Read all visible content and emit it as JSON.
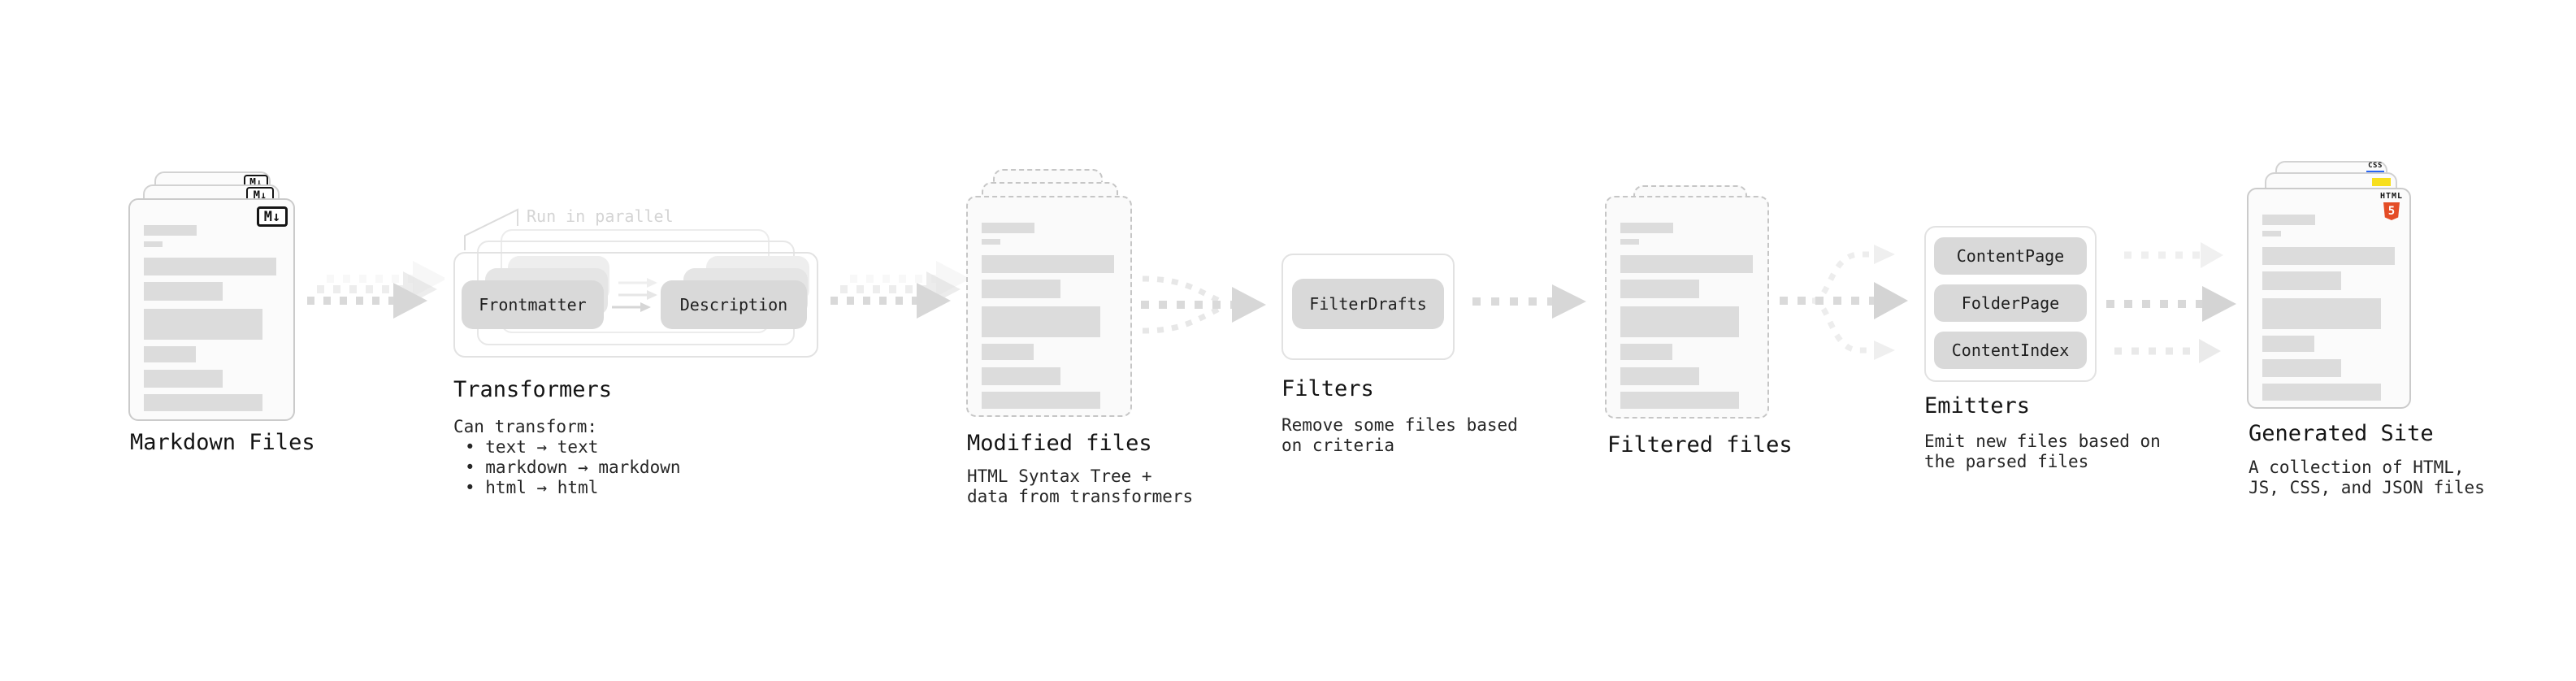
{
  "stages": {
    "markdown": {
      "label": "Markdown Files"
    },
    "transformers": {
      "label": "Transformers",
      "annotation": "Run in parallel",
      "node_frontmatter": "Frontmatter",
      "node_description": "Description",
      "desc_title": "Can transform:",
      "bullets": [
        "• text → text",
        "• markdown → markdown",
        "• html → html"
      ]
    },
    "modified": {
      "label": "Modified files",
      "description": "HTML Syntax Tree +\ndata from transformers"
    },
    "filters": {
      "label": "Filters",
      "node": "FilterDrafts",
      "description": "Remove some files based\non criteria"
    },
    "filtered": {
      "label": "Filtered files"
    },
    "emitters": {
      "label": "Emitters",
      "nodes": [
        "ContentPage",
        "FolderPage",
        "ContentIndex"
      ],
      "description": "Emit new files based on\nthe parsed files"
    },
    "generated": {
      "label": "Generated Site",
      "description": "A collection of HTML,\nJS, CSS, and JSON files"
    }
  },
  "badges": {
    "markdown": "M↓",
    "html5_text": "HTML",
    "html5_number": "5",
    "css_text": "CSS"
  },
  "colors": {
    "html5_orange": "#e44d26",
    "js_yellow": "#f7df1e",
    "css_blue": "#2965f1",
    "arrow_gray": "#d9d9d9",
    "node_gray": "#d9d9d9",
    "bar_gray": "#dcdcdc"
  }
}
